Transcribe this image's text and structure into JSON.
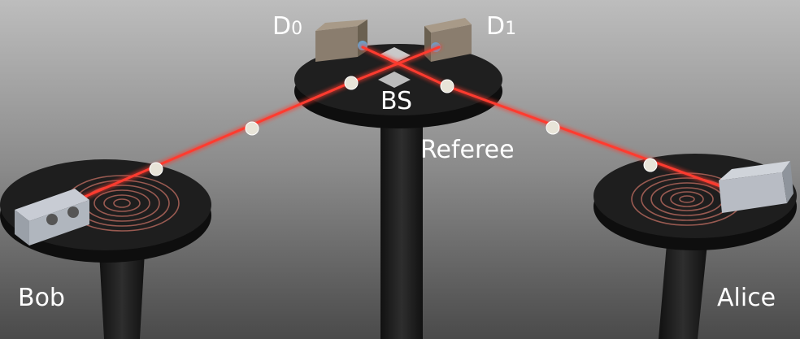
{
  "labels": {
    "detector0": {
      "main": "D",
      "sub": "0"
    },
    "detector1": {
      "main": "D",
      "sub": "1"
    },
    "beam_splitter": "BS",
    "referee": "Referee",
    "bob": "Bob",
    "alice": "Alice"
  },
  "colors": {
    "laser": "#ff3b2f",
    "table": "#1c1c1c",
    "background_top": "#bdbdbd",
    "background_bottom": "#4a4a4a"
  }
}
